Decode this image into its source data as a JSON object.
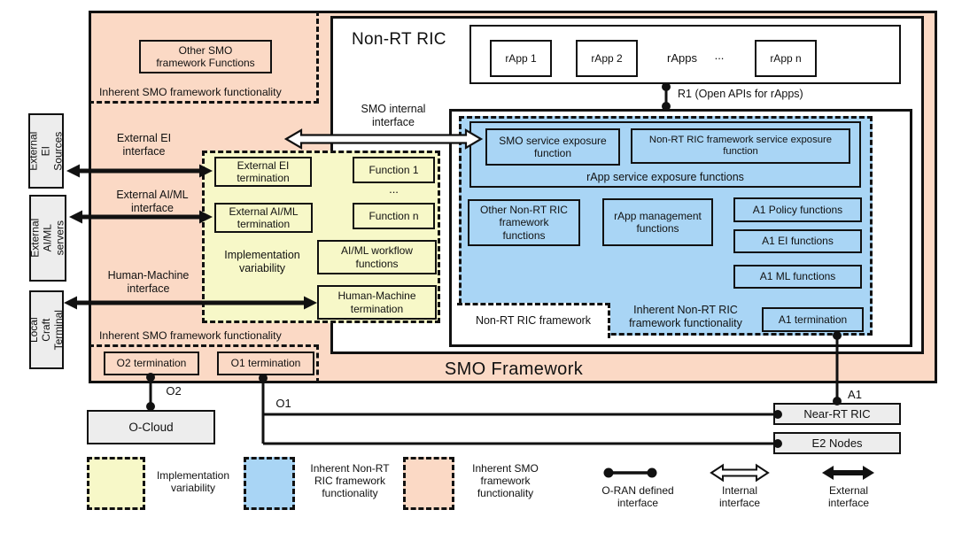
{
  "colors": {
    "peach": "#fbd9c5",
    "yellow": "#f7f8c8",
    "blue": "#a9d5f5",
    "gray": "#ededed",
    "line": "#111111"
  },
  "smo_framework": {
    "title": "SMO Framework",
    "inherent_top_label": "Inherent SMO framework functionality",
    "inherent_bottom_label": "Inherent SMO framework functionality",
    "other_smo_functions": "Other SMO\nframework Functions",
    "o2_termination": "O2 termination",
    "o1_termination": "O1 termination"
  },
  "implementation_variability": {
    "label": "Implementation\nvariability",
    "external_ei_termination": "External EI\ntermination",
    "external_aiml_termination": "External AI/ML\ntermination",
    "function_1": "Function 1",
    "ellipsis": "...",
    "function_n": "Function n",
    "aiml_workflow_functions": "AI/ML workflow\nfunctions",
    "human_machine_termination": "Human-Machine\ntermination"
  },
  "non_rt_ric": {
    "title": "Non-RT RIC",
    "rapp_1": "rApp 1",
    "rapp_2": "rApp 2",
    "rapps_label": "rApps",
    "rapps_ellipsis": "...",
    "rapp_n": "rApp n",
    "framework_label": "Non-RT RIC framework",
    "inherent_label": "Inherent Non-RT RIC\nframework functionality",
    "smo_service_exposure": "SMO service exposure\nfunction",
    "framework_service_exposure": "Non-RT RIC framework service exposure\nfunction",
    "rapp_service_exposure": "rApp service exposure functions",
    "other_framework_functions": "Other Non-RT RIC\nframework\nfunctions",
    "rapp_management": "rApp management\nfunctions",
    "a1_policy": "A1 Policy functions",
    "a1_ei": "A1 EI functions",
    "a1_ml": "A1 ML functions",
    "a1_termination": "A1 termination"
  },
  "external_nodes": {
    "ei_sources": "External EI\nSources",
    "aiml_servers": "External\nAI/ML servers",
    "local_craft": "Local Craft\nTerminal",
    "o_cloud": "O-Cloud",
    "near_rt_ric": "Near-RT RIC",
    "e2_nodes": "E2 Nodes"
  },
  "interfaces": {
    "external_ei": "External EI\ninterface",
    "external_aiml": "External AI/ML\ninterface",
    "human_machine": "Human-Machine\ninterface",
    "smo_internal": "SMO internal\ninterface",
    "r1": "R1 (Open APIs for rApps)",
    "o2": "O2",
    "o1": "O1",
    "a1": "A1"
  },
  "legend": {
    "items": [
      {
        "swatch": "yellow",
        "label": "Implementation\nvariability"
      },
      {
        "swatch": "blue",
        "label": "Inherent Non-RT\nRIC framework\nfunctionality"
      },
      {
        "swatch": "peach",
        "label": "Inherent SMO\nframework\nfunctionality"
      },
      {
        "glyph": "oran-interface-icon",
        "label": "O-RAN defined\ninterface"
      },
      {
        "glyph": "internal-interface-icon",
        "label": "Internal\ninterface"
      },
      {
        "glyph": "external-interface-icon",
        "label": "External\ninterface"
      }
    ]
  }
}
